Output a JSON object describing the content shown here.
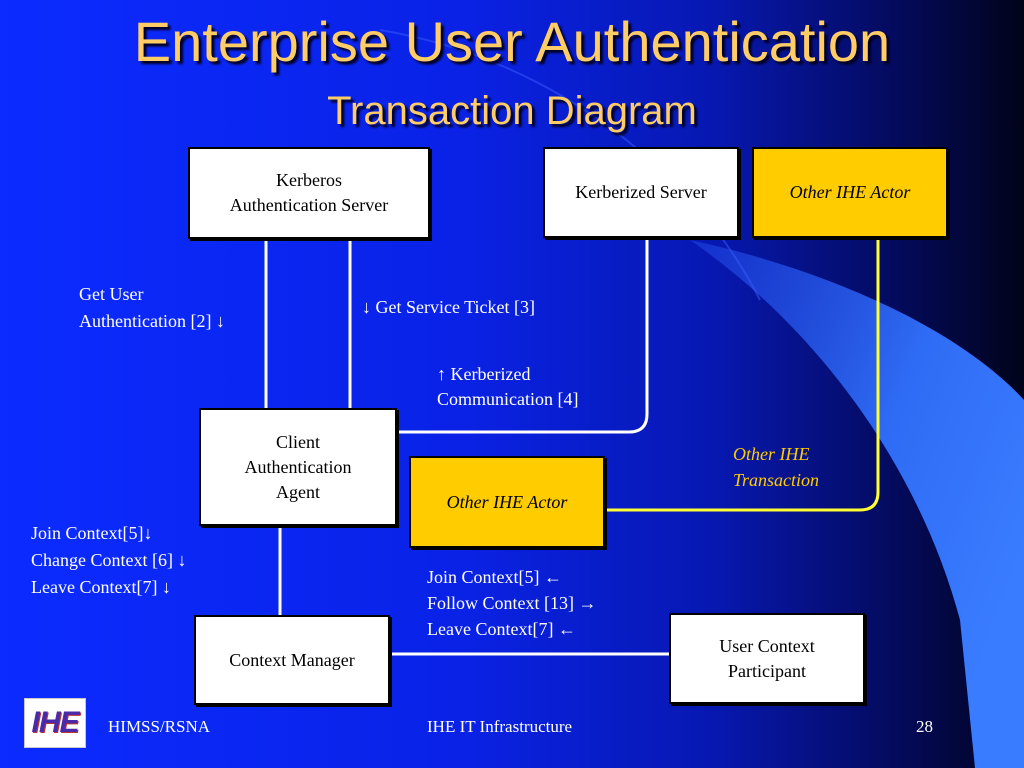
{
  "title": "Enterprise User Authentication",
  "subtitle": "Transaction Diagram",
  "actors": {
    "kerberos_server": "Kerberos\nAuthentication Server",
    "kerberized_server": "Kerberized Server",
    "other_actor_top": "Other IHE Actor",
    "client_agent": "Client\nAuthentication\nAgent",
    "other_actor_mid": "Other IHE Actor",
    "context_manager": "Context Manager",
    "user_context_participant": "User Context\nParticipant"
  },
  "transactions": {
    "get_user_auth": "Get User\nAuthentication [2] ↓",
    "get_service_ticket": "↓ Get Service Ticket [3]",
    "kerberized_comm": "↑ Kerberized\nCommunication [4]",
    "other_transaction": "Other IHE\nTransaction",
    "client_context": "Join Context[5]↓\nChange Context [6] ↓\nLeave Context[7] ↓",
    "participant_context": "Join Context[5] ←\nFollow Context [13] →\nLeave Context[7] ←"
  },
  "footer": {
    "left": "HIMSS/RSNA",
    "center": "IHE IT Infrastructure",
    "page": "28"
  },
  "logo_text": "IHE",
  "colors": {
    "background": "#0b2bff",
    "title": "#ffcc66",
    "gold_actor": "#ffcc00",
    "white_line": "#ffffff",
    "yellow_line": "#ffff33"
  }
}
